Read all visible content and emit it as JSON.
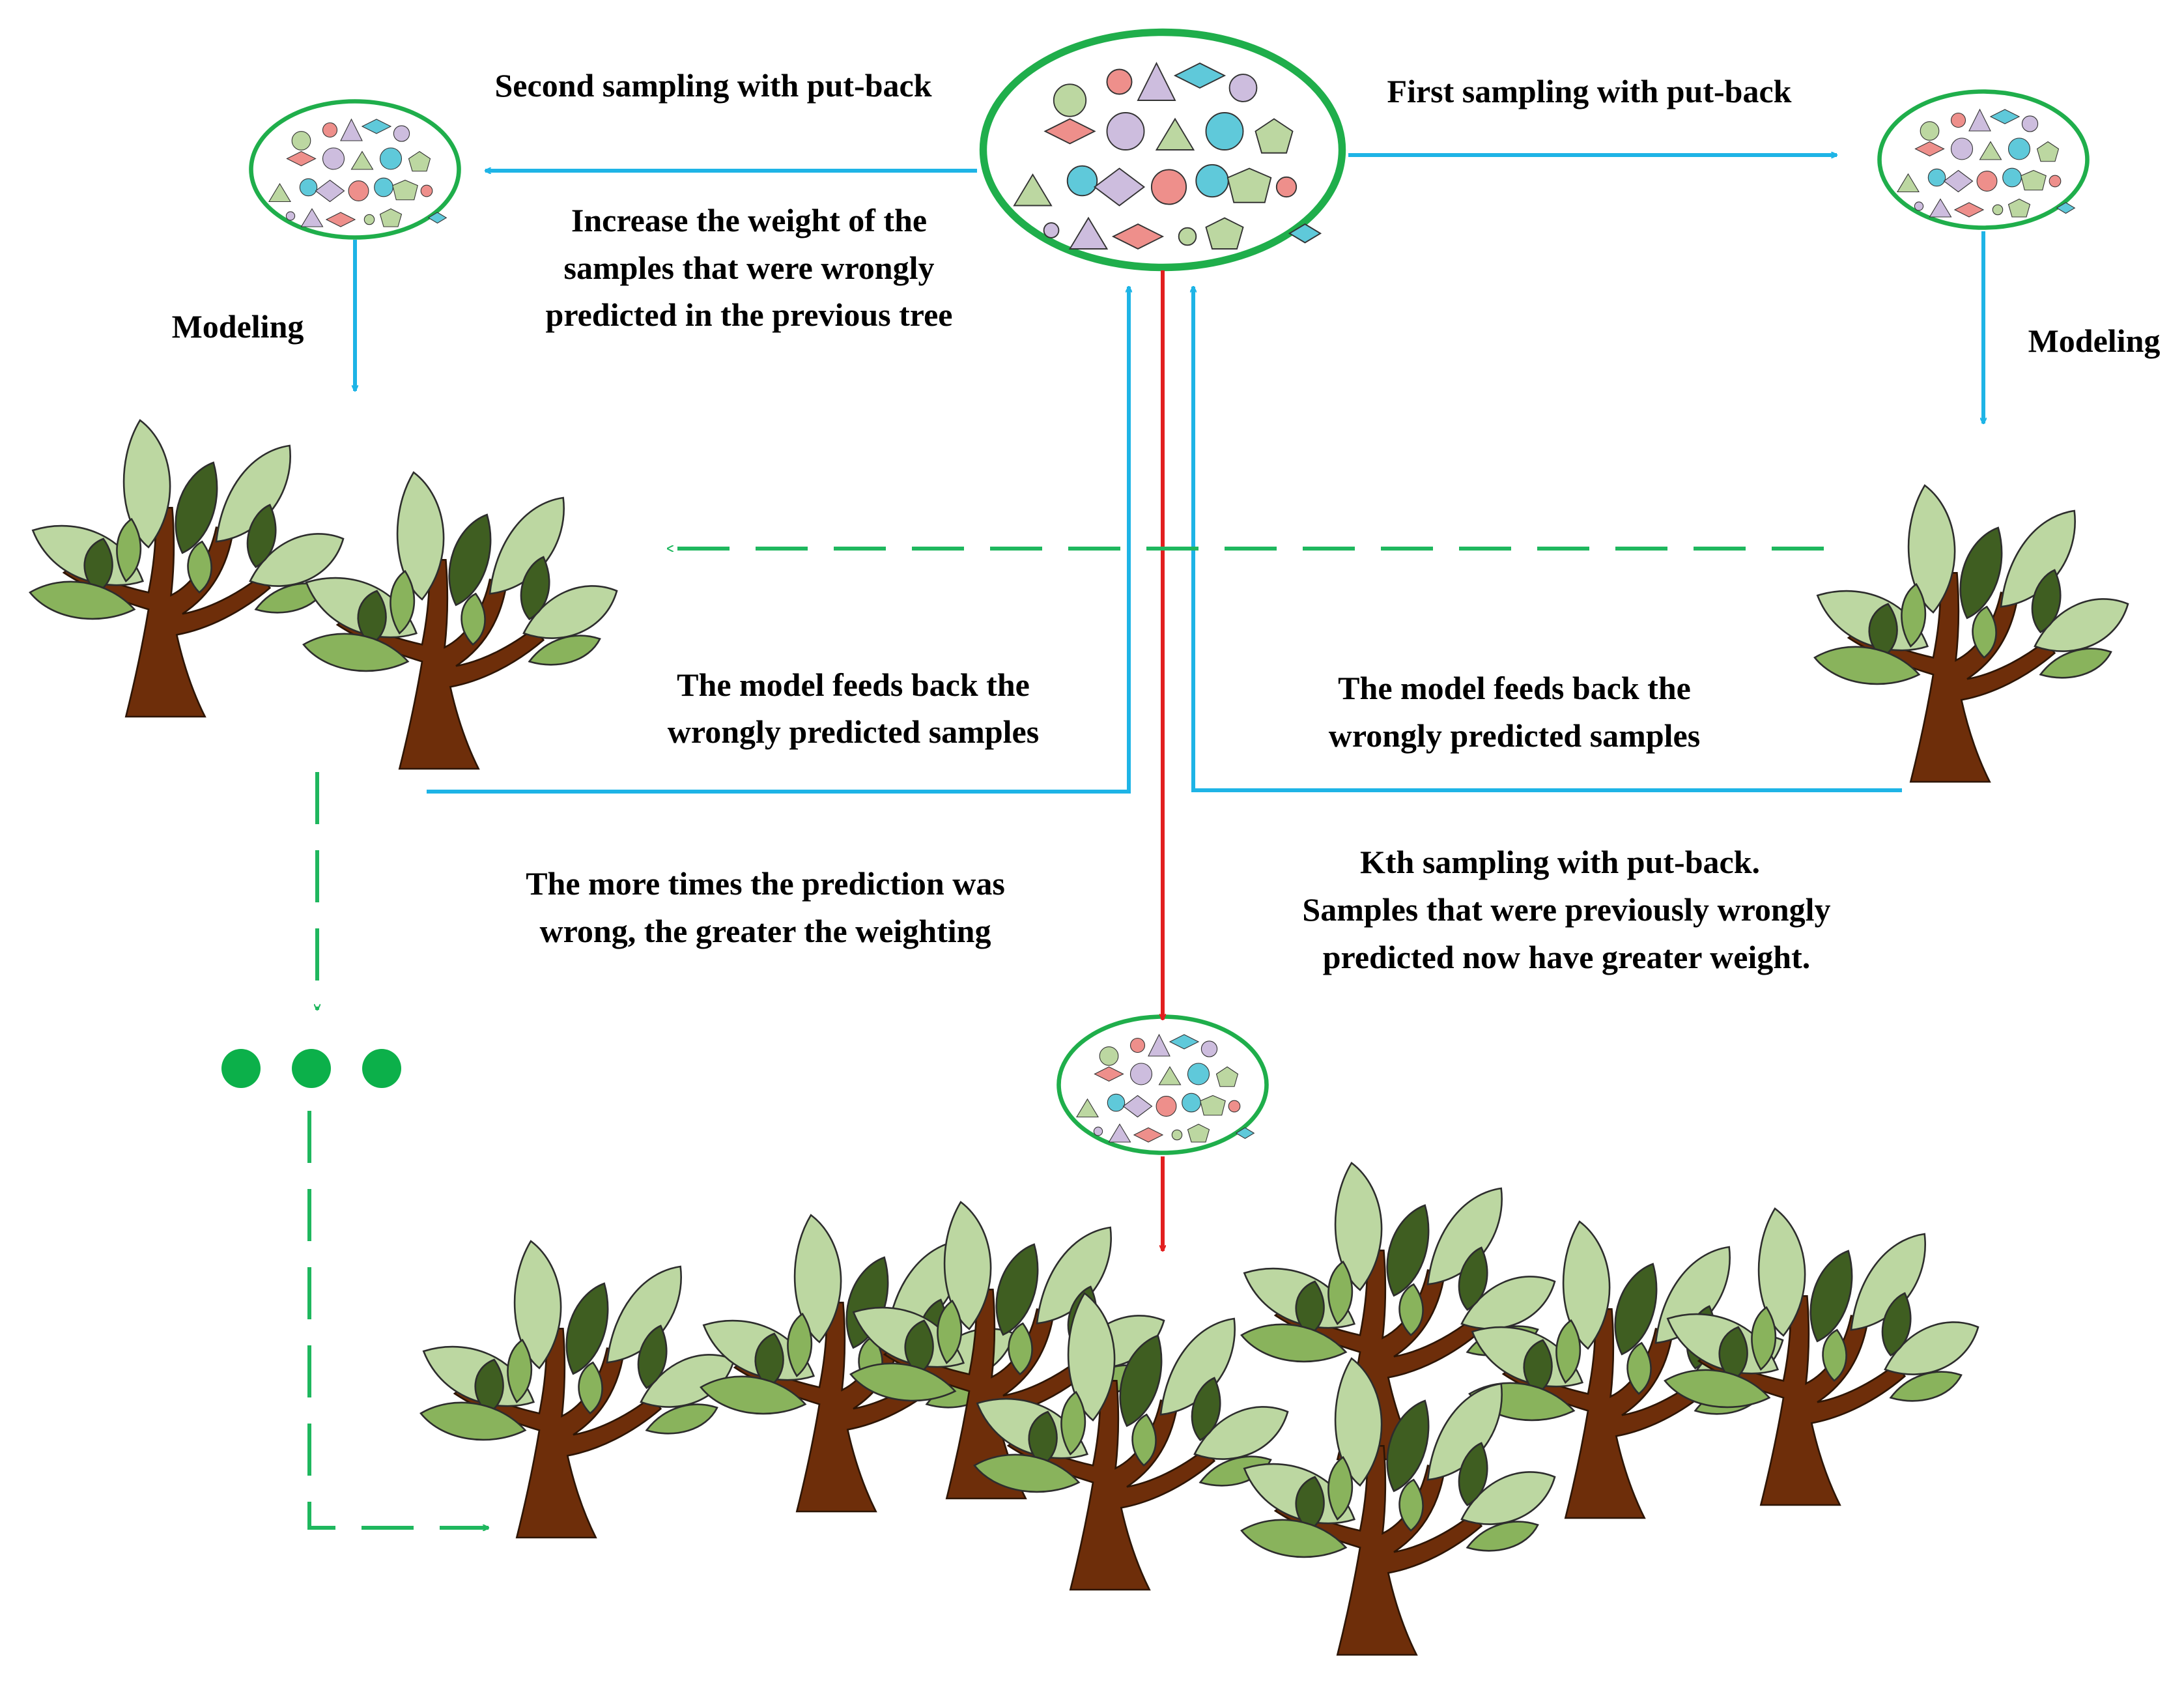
{
  "labels": {
    "second_sampling": "Second sampling with put-back",
    "first_sampling": "First sampling with put-back",
    "increase_weight": [
      "Increase the weight of the",
      "samples that were wrongly",
      "predicted in the previous tree"
    ],
    "modeling_left": "Modeling",
    "modeling_right": "Modeling",
    "feedback_left": [
      "The model feeds back the",
      "wrongly predicted samples"
    ],
    "feedback_right": [
      "The model feeds back the",
      "wrongly predicted samples"
    ],
    "more_wrong": [
      "The more times the prediction was",
      "wrong, the greater the weighting"
    ],
    "kth_sampling": [
      "Kth sampling with put-back.",
      "Samples that were previously wrongly",
      "predicted now have greater weight."
    ]
  },
  "colors": {
    "sample_blue": "#1EB4E6",
    "feedback_green_dashed": "#1FB75E",
    "final_red": "#E21F1F",
    "ellipse_border": "#1FAE4B",
    "trunk": "#6E2E0A",
    "leaf_light": "#BCD7A1",
    "leaf_mid": "#89B35C",
    "leaf_dark": "#3F5E21",
    "shape_green": "#BCD7A1",
    "shape_red": "#EE8F8B",
    "shape_purple": "#CDBDDE",
    "shape_cyan": "#5FC9DA"
  }
}
